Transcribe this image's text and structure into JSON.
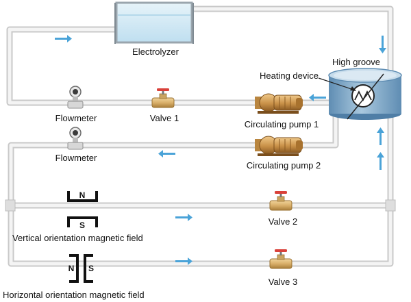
{
  "labels": {
    "electrolyzer": "Electrolyzer",
    "high_groove": "High groove",
    "heating_device": "Heating device",
    "flowmeter_1": "Flowmeter",
    "flowmeter_2": "Flowmeter",
    "valve_1": "Valve 1",
    "valve_2": "Valve 2",
    "valve_3": "Valve 3",
    "pump_1": "Circulating pump 1",
    "pump_2": "Circulating pump 2",
    "vertical_field": "Vertical orientation magnetic field",
    "horizontal_field": "Horizontal orientation magnetic field",
    "pole_n_vertical": "N",
    "pole_s_vertical": "S",
    "pole_n_horizontal": "N",
    "pole_s_horizontal": "S"
  },
  "colors": {
    "pipe_outer": "#c9c9c9",
    "pipe_inner": "#f4f4f4",
    "flow_arrow": "#4aa3d8",
    "tank_water": "#cfe7f3",
    "tank_frame": "#9aa5ad",
    "high_groove_blue": "#7fa9c9",
    "brass": "#d9b06a",
    "valve_handle": "#d9413a",
    "magnet": "#111111"
  }
}
